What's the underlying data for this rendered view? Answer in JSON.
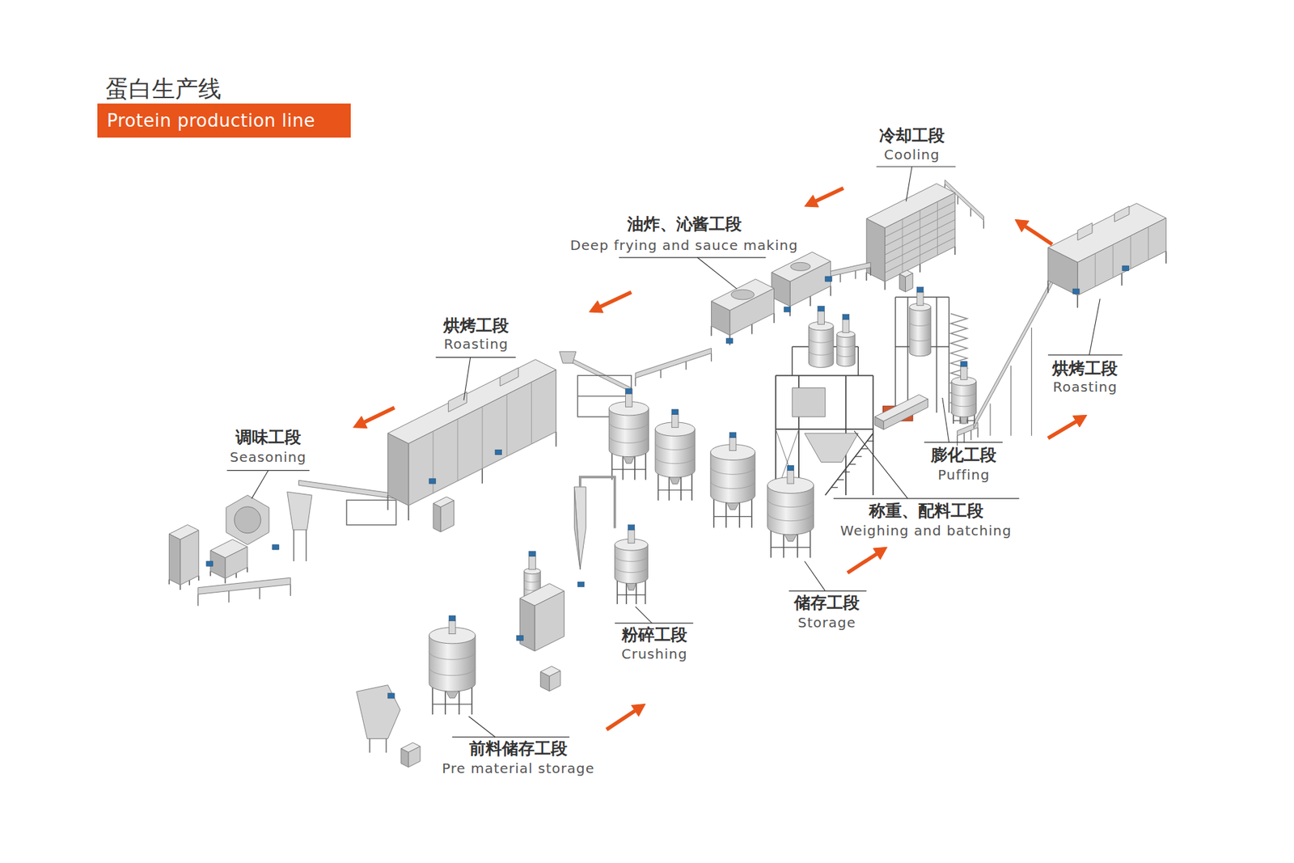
{
  "diagram": {
    "title": "蛋白生产线",
    "nodes": [
      {
        "text": [
          "Protein production line"
        ]
      }
    ],
    "labels": [
      "冷却工段",
      "Cooling",
      "油炸、沁酱工段",
      "Deep frying and sauce making",
      "烘烤工段",
      "Roasting",
      "调味工段",
      "Seasoning",
      "烘烤工段",
      "Roasting",
      "膨化工段",
      "Puffing",
      "称重、配料工段",
      "Weighing and batching",
      "储存工段",
      "Storage",
      "粉碎工段",
      "Crushing",
      "前料储存工段",
      "Pre material storage"
    ]
  }
}
